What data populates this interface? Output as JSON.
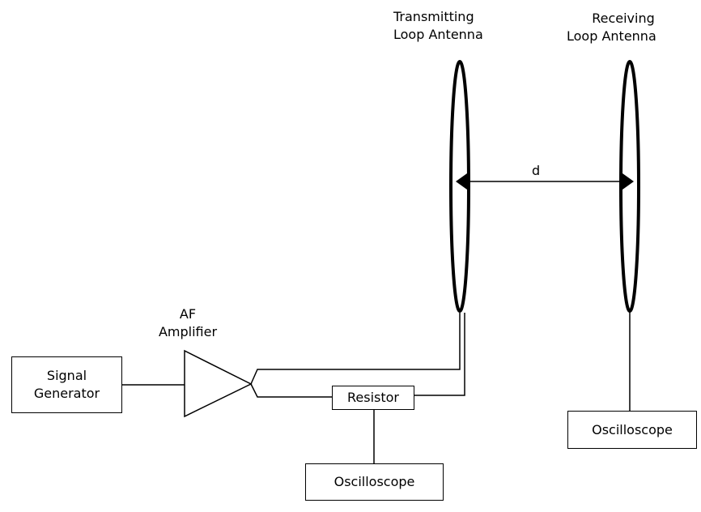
{
  "components": {
    "signal_generator": {
      "line1": "Signal",
      "line2": "Generator"
    },
    "af_amplifier": {
      "line1": "AF",
      "line2": "Amplifier"
    },
    "resistor": "Resistor",
    "oscilloscope_left": "Oscilloscope",
    "oscilloscope_right": "Oscilloscope",
    "transmitting_antenna": {
      "line1": "Transmitting",
      "line2": "Loop Antenna"
    },
    "receiving_antenna": {
      "line1": "Receiving",
      "line2": "Loop Antenna"
    },
    "distance_label": "d"
  }
}
